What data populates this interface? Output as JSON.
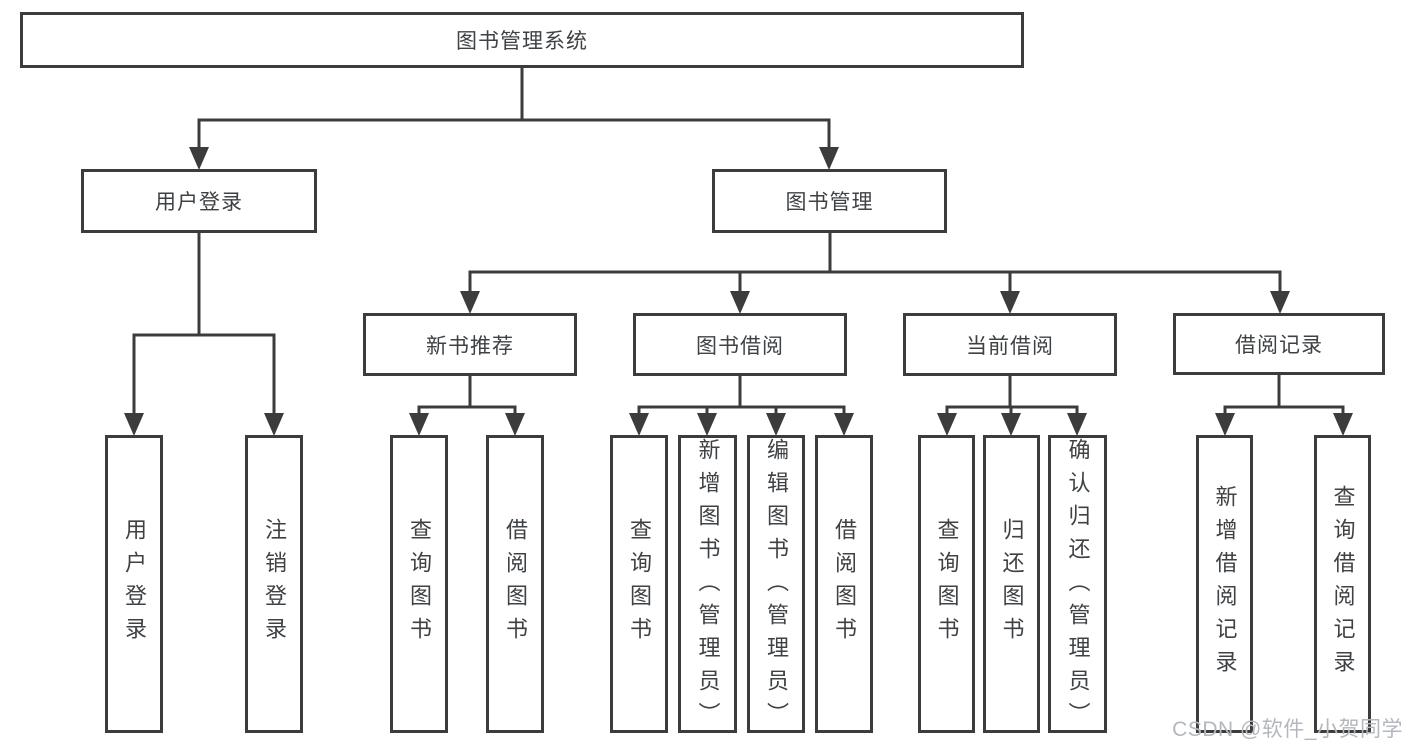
{
  "watermark": "CSDN @软件_小贺同学",
  "colors": {
    "line": "#3c3c3c",
    "node_border": "#3c3c3c",
    "text": "#3f4245",
    "node_background": "#ffffff",
    "page_background": "#ffffff",
    "watermark": "#b4b7bb"
  },
  "tree": {
    "label": "图书管理系统",
    "children": [
      {
        "label": "用户登录",
        "children": [
          {
            "label": "用户登录"
          },
          {
            "label": "注销登录"
          }
        ]
      },
      {
        "label": "图书管理",
        "children": [
          {
            "label": "新书推荐",
            "children": [
              {
                "label": "查询图书"
              },
              {
                "label": "借阅图书"
              }
            ]
          },
          {
            "label": "图书借阅",
            "children": [
              {
                "label": "查询图书"
              },
              {
                "label": "新增图书（管理员）"
              },
              {
                "label": "编辑图书（管理员）"
              },
              {
                "label": "借阅图书"
              }
            ]
          },
          {
            "label": "当前借阅",
            "children": [
              {
                "label": "查询图书"
              },
              {
                "label": "归还图书"
              },
              {
                "label": "确认归还（管理员）"
              }
            ]
          },
          {
            "label": "借阅记录",
            "children": [
              {
                "label": "新增借阅记录"
              },
              {
                "label": "查询借阅记录"
              }
            ]
          }
        ]
      }
    ]
  }
}
